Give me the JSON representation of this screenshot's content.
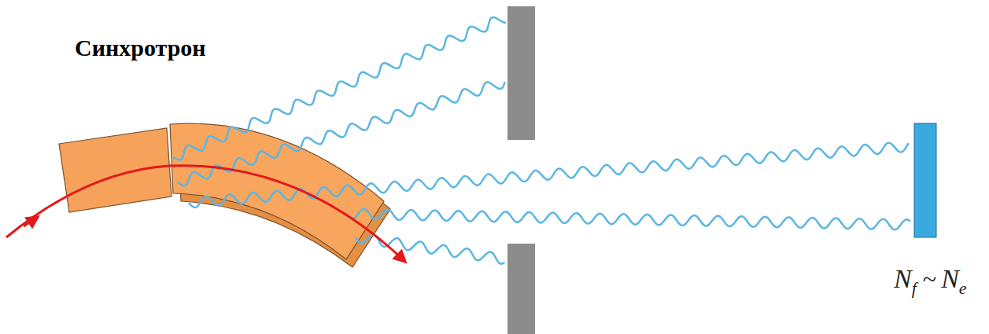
{
  "diagram": {
    "title": "Синхротрон",
    "labels": [
      "N",
      "f",
      "~",
      "N",
      "e"
    ]
  }
}
